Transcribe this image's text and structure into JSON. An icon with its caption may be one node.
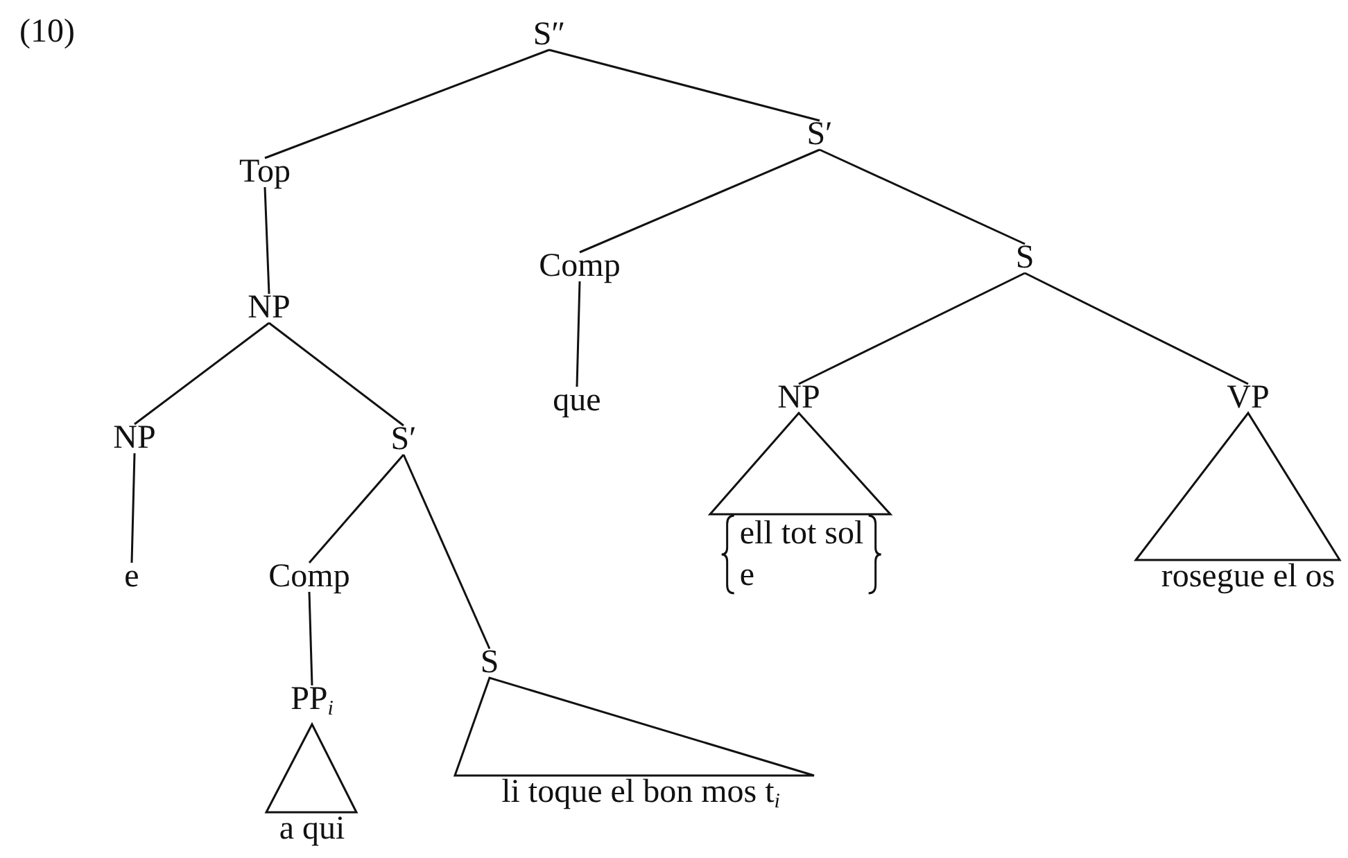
{
  "diagram": {
    "nodes": [
      {
        "text": [
          "S″"
        ]
      },
      {
        "text": [
          "Top"
        ]
      },
      {
        "text": [
          "S′"
        ]
      },
      {
        "text": [
          "NP"
        ]
      },
      {
        "text": [
          "Comp"
        ]
      },
      {
        "text": [
          "S"
        ]
      },
      {
        "text": [
          "NP"
        ]
      },
      {
        "text": [
          "S′"
        ]
      },
      {
        "text": [
          "que"
        ]
      },
      {
        "text": [
          "NP"
        ]
      },
      {
        "text": [
          "VP"
        ]
      },
      {
        "text": [
          "e"
        ]
      },
      {
        "text": [
          "Comp"
        ]
      },
      {
        "text": [
          "ell tot sol",
          "e"
        ]
      },
      {
        "text": [
          "rosegue el os"
        ]
      },
      {
        "text": [
          "PP$_{i}$"
        ]
      },
      {
        "text": [
          "S"
        ]
      },
      {
        "text": [
          "a qui"
        ]
      },
      {
        "text": [
          "li toque el bon mos t$_{i}$"
        ]
      }
    ],
    "edges": [
      {
        "from": 0,
        "to": 1,
        "arrow": "none"
      },
      {
        "from": 0,
        "to": 2,
        "arrow": "none"
      },
      {
        "from": 1,
        "to": 3,
        "arrow": "none"
      },
      {
        "from": 2,
        "to": 4,
        "arrow": "none"
      },
      {
        "from": 2,
        "to": 5,
        "arrow": "none"
      },
      {
        "from": 3,
        "to": 6,
        "arrow": "none"
      },
      {
        "from": 3,
        "to": 7,
        "arrow": "none"
      },
      {
        "from": 4,
        "to": 8,
        "arrow": "none"
      },
      {
        "from": 5,
        "to": 9,
        "arrow": "none"
      },
      {
        "from": 5,
        "to": 10,
        "arrow": "none"
      },
      {
        "from": 6,
        "to": 11,
        "arrow": "none"
      },
      {
        "from": 7,
        "to": 12,
        "arrow": "none"
      },
      {
        "from": 7,
        "to": 16,
        "arrow": "none"
      },
      {
        "from": 9,
        "to": 13,
        "arrow": "none"
      },
      {
        "from": 10,
        "to": 14,
        "arrow": "none"
      },
      {
        "from": 12,
        "to": 15,
        "arrow": "none"
      },
      {
        "from": 15,
        "to": 17,
        "arrow": "none"
      },
      {
        "from": 16,
        "to": 18,
        "arrow": "none"
      }
    ],
    "labels": [
      "(10)"
    ]
  }
}
